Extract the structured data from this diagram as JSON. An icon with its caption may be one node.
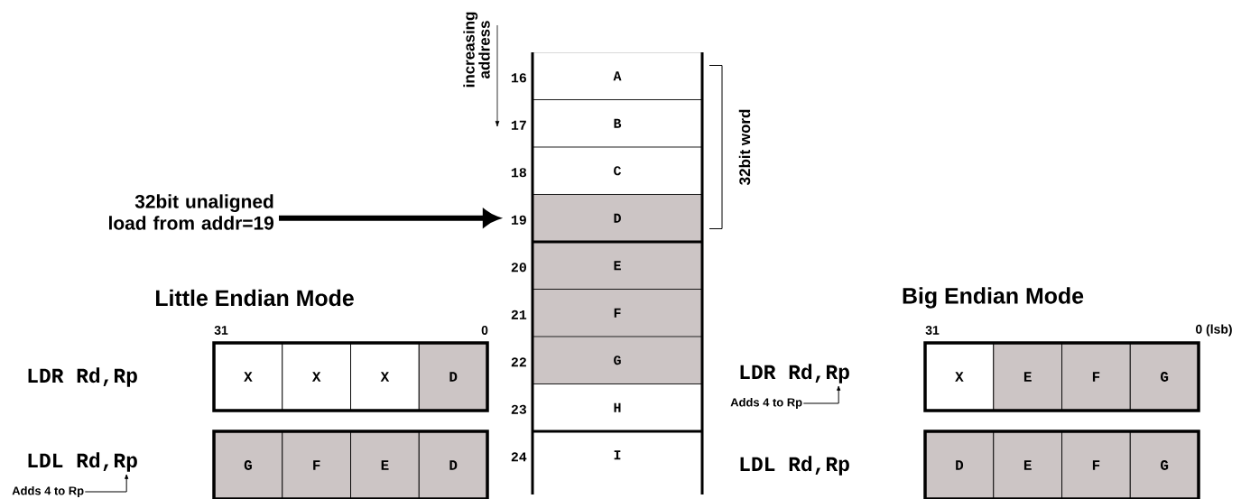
{
  "diagram": {
    "nodes": [
      {
        "text": [
          "A"
        ]
      },
      {
        "text": [
          "B"
        ]
      },
      {
        "text": [
          "C"
        ]
      },
      {
        "text": [
          "D"
        ]
      },
      {
        "text": [
          "E"
        ]
      },
      {
        "text": [
          "F"
        ]
      },
      {
        "text": [
          "G"
        ]
      },
      {
        "text": [
          "H"
        ]
      },
      {
        "text": [
          "I"
        ]
      },
      {
        "text": [
          "32bit unaligned load from addr=19"
        ]
      },
      {
        "text": [
          "LDR Rd,Rp"
        ]
      },
      {
        "text": [],
        "shape": "box"
      },
      {
        "text": [
          "X"
        ],
        "in": 11
      },
      {
        "text": [
          "X"
        ],
        "in": 11
      },
      {
        "text": [
          "X"
        ],
        "in": 11
      },
      {
        "text": [
          "D"
        ],
        "in": 11
      },
      {
        "text": [
          "LDL Rd,Rp"
        ]
      },
      {
        "text": [],
        "shape": "box"
      },
      {
        "text": [
          "G"
        ],
        "in": 17
      },
      {
        "text": [
          "F"
        ],
        "in": 17
      },
      {
        "text": [
          "E"
        ],
        "in": 17
      },
      {
        "text": [
          "D"
        ],
        "in": 17
      },
      {
        "text": [
          "Adds 4 to Rp"
        ]
      },
      {
        "text": [
          "LDR Rd,Rp"
        ]
      },
      {
        "text": [],
        "shape": "box"
      },
      {
        "text": [
          "X"
        ],
        "in": 24
      },
      {
        "text": [
          "E"
        ],
        "in": 24
      },
      {
        "text": [
          "F"
        ],
        "in": 24
      },
      {
        "text": [
          "G"
        ],
        "in": 24
      },
      {
        "text": [
          "Adds 4 to Rp"
        ]
      },
      {
        "text": [
          "LDL Rd,Rp"
        ]
      },
      {
        "text": [],
        "shape": "box"
      },
      {
        "text": [
          "D"
        ],
        "in": 31
      },
      {
        "text": [
          "E"
        ],
        "in": 31
      },
      {
        "text": [
          "F"
        ],
        "in": 31
      },
      {
        "text": [
          "G"
        ],
        "in": 31
      }
    ],
    "edges": [
      {
        "from": 9,
        "to": 3,
        "arrow": "to",
        "style": "thick"
      },
      {
        "from": 22,
        "to": 16,
        "arrow": "to"
      },
      {
        "from": 29,
        "to": 23,
        "arrow": "to"
      }
    ],
    "labels": [
      "increasing address",
      "16",
      "17",
      "18",
      "19",
      "20",
      "21",
      "22",
      "23",
      "24",
      "32bit word",
      "Little Endian Mode",
      "31",
      "0",
      "Big Endian Mode",
      "31",
      "0 (lsb)"
    ]
  }
}
